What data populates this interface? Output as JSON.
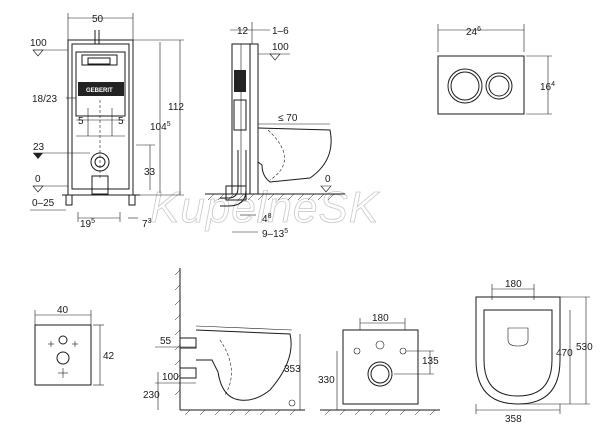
{
  "watermark": "KupelneSK",
  "frame_front": {
    "width": "50",
    "height_total": "112",
    "height_frame": "104",
    "height_frame_sup": "5",
    "top_ref": "100",
    "inlet_range": "18/23",
    "offset_left": "5",
    "offset_right": "5",
    "drain_height": "23",
    "bowl_height": "33",
    "floor_zero": "0",
    "floor_adjust": "0–25",
    "foot_width": "19",
    "foot_width_sup": "5",
    "foot_offset": "7",
    "foot_offset_sup": "3",
    "brand": "GEBERIT"
  },
  "frame_side": {
    "depth": "12",
    "wall_gap": "1–6",
    "top_ref": "100",
    "projection": "≤ 70",
    "floor_zero": "0",
    "foot_a": "4",
    "foot_a_sup": "8",
    "foot_b": "9–13",
    "foot_b_sup": "5"
  },
  "plate": {
    "width": "24",
    "width_sup": "6",
    "height": "16",
    "height_sup": "4"
  },
  "template": {
    "width": "40",
    "height": "42"
  },
  "toilet_side": {
    "inlet": "55",
    "drain": "100",
    "height": "353",
    "base": "230"
  },
  "toilet_front": {
    "width": "180",
    "height": "135",
    "total": "330"
  },
  "toilet_top": {
    "width_top": "180",
    "depth": "470",
    "length": "530",
    "width": "358"
  }
}
